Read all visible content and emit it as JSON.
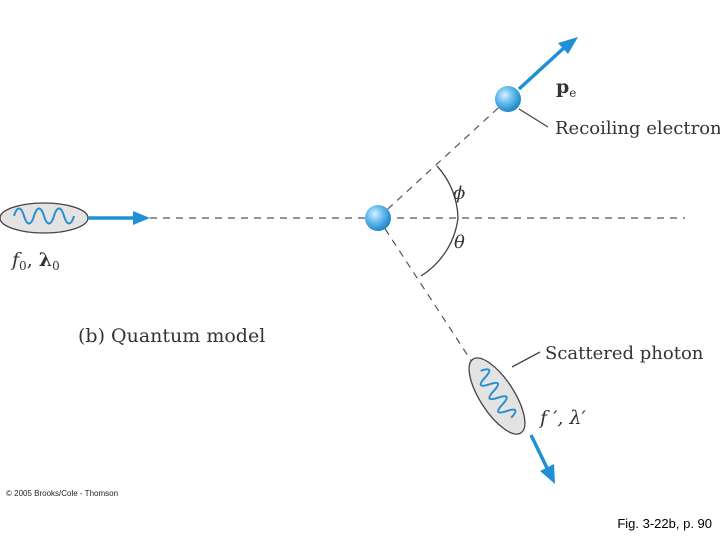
{
  "labels": {
    "momentum": "p",
    "momentum_sub": "e",
    "recoil": "Recoiling electron",
    "phi": "ϕ",
    "theta": "θ",
    "incident_freq": "f",
    "incident_freq_sub": "0",
    "incident_sep": ", ",
    "incident_lambda": "λ",
    "incident_lambda_sub": "0",
    "model": "(b) Quantum model",
    "scattered": "Scattered photon",
    "scattered_vals": "f ′, λ′"
  },
  "footer": {
    "copyright": "© 2005 Brooks/Cole - Thomson",
    "caption": "Fig. 3-22b, p. 90"
  },
  "colors": {
    "arrow": "#1e90d6",
    "electron": "#5ab4ec",
    "photon_fill": "#e3e3e3",
    "wave": "#2a8fd0"
  }
}
